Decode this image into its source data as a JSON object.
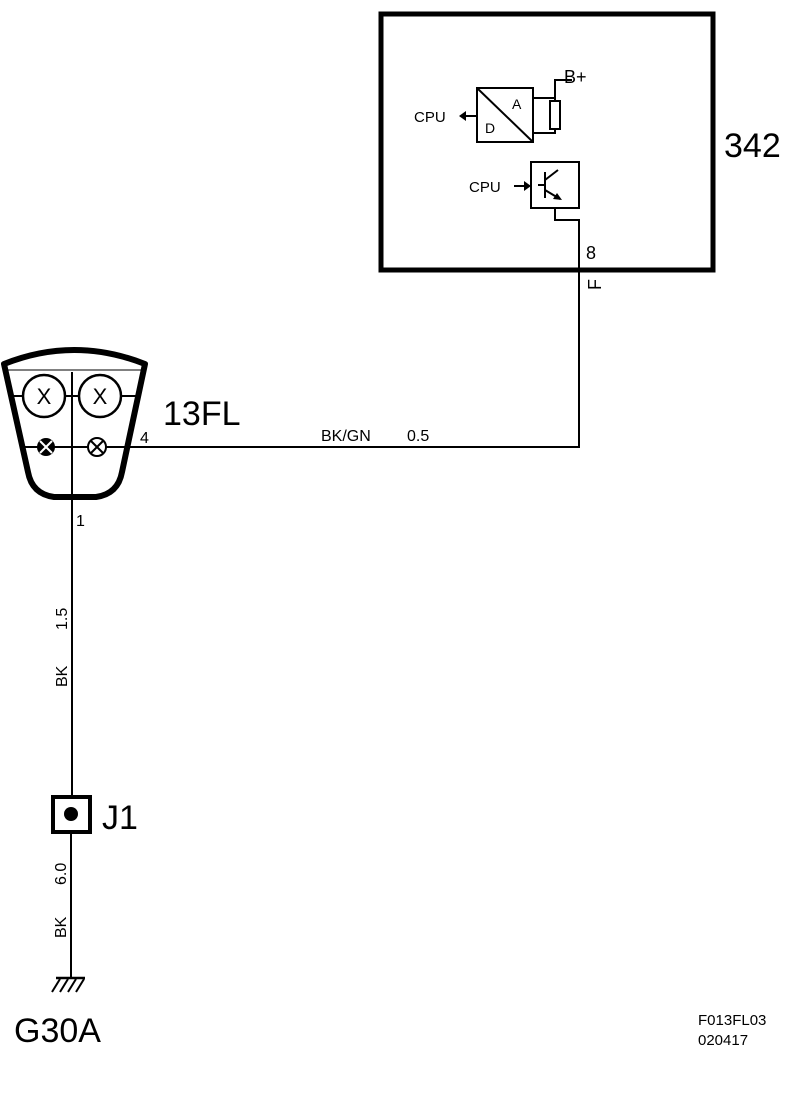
{
  "module": {
    "id": "342",
    "pin": "8",
    "pin_code": "F"
  },
  "module_internals": {
    "adc_label_a": "A",
    "adc_label_d": "D",
    "cpu_out": "CPU",
    "cpu_in": "CPU",
    "supply": "B+"
  },
  "lamp": {
    "id": "13FL",
    "pin_4": "4",
    "pin_1": "1"
  },
  "wire_horizontal": {
    "color": "BK/GN",
    "gauge": "0.5"
  },
  "wire_lamp_to_j1": {
    "color": "BK",
    "gauge": "1.5"
  },
  "junction": {
    "id": "J1"
  },
  "wire_j1_to_ground": {
    "color": "BK",
    "gauge": "6.0"
  },
  "ground": {
    "id": "G30A"
  },
  "footer": {
    "code": "F013FL03",
    "date": "020417"
  },
  "colors": {
    "line": "#000000",
    "background": "#ffffff"
  },
  "icons": [
    "ground-symbol-icon",
    "lamp-x-icon",
    "transistor-icon",
    "resistor-icon",
    "adc-icon"
  ]
}
